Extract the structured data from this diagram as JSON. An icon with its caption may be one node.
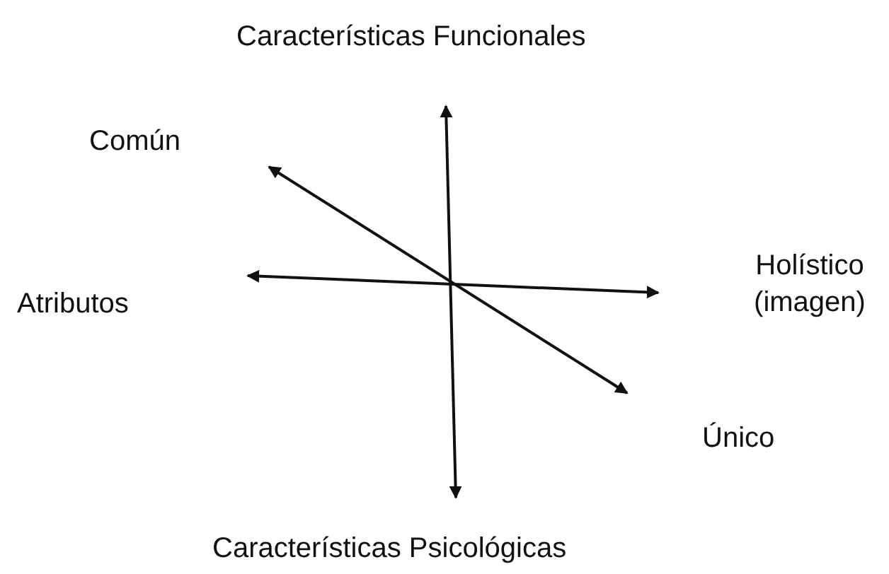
{
  "diagram": {
    "labels": [
      "Características Funcionales",
      "Común",
      "Atributos",
      "Holístico (imagen)",
      "Único",
      "Características Psicológicas"
    ]
  }
}
